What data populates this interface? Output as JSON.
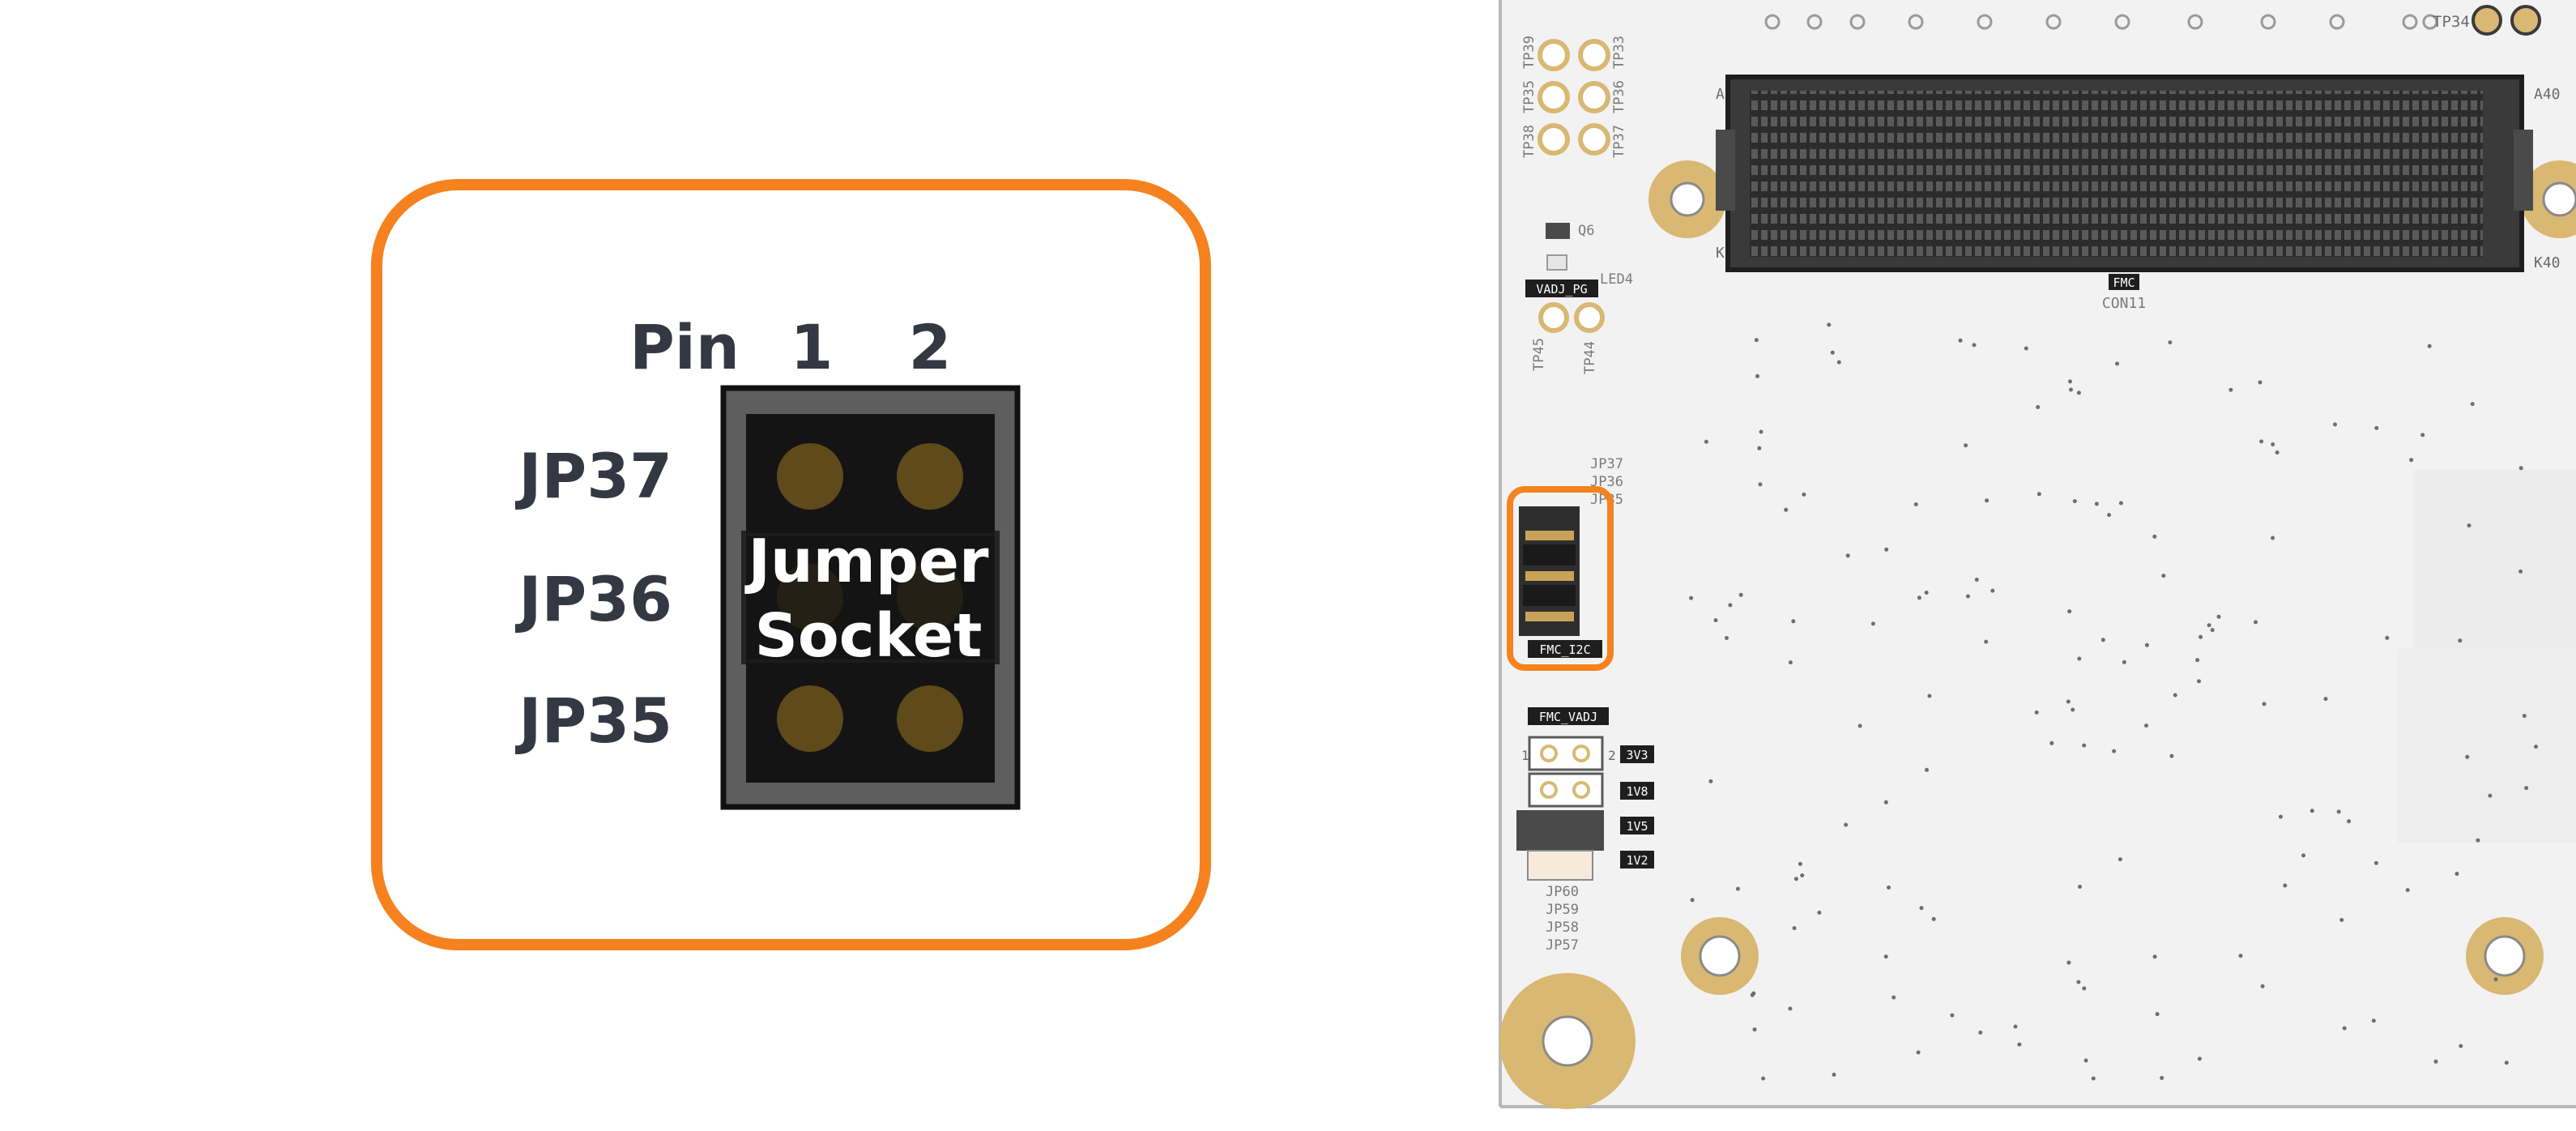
{
  "colors": {
    "accent_orange": "#F5821F",
    "label_dark": "#333842",
    "pin_gold": "#5E4A1A",
    "jumper_black": "#141414",
    "jumper_outline": "#6A6A6A",
    "board_white": "#F2F2F2",
    "pad_gold": "#D8B872"
  },
  "callout": {
    "pin_label": "Pin",
    "pin_numbers": [
      "1",
      "2"
    ],
    "rows": [
      "JP37",
      "JP36",
      "JP35"
    ],
    "jumper_text": [
      "Jumper",
      "Socket"
    ]
  },
  "board": {
    "tp_labels_top": [
      "TP38",
      "TP35",
      "TP39",
      "TP37",
      "TP36",
      "TP33"
    ],
    "tp34": "TP34",
    "pin_a": "A",
    "pin_k": "K",
    "a40": "A40",
    "k40": "K40",
    "q6": "Q6",
    "led4": "LED4",
    "vadj_pg": "VADJ_PG",
    "fmc_silk": "FMC",
    "con11": "CON11",
    "tp45": "TP45",
    "tp44": "TP44",
    "jp_stack": [
      "JP37",
      "JP36",
      "JP35"
    ],
    "fmc_i2c": "FMC_I2C",
    "fmc_vadj": "FMC_VADJ",
    "voltages": [
      "3V3",
      "1V8",
      "1V5",
      "1V2"
    ],
    "jp_lower": [
      "JP60",
      "JP59",
      "JP58",
      "JP57"
    ],
    "pin1": "1",
    "pin2": "2"
  }
}
